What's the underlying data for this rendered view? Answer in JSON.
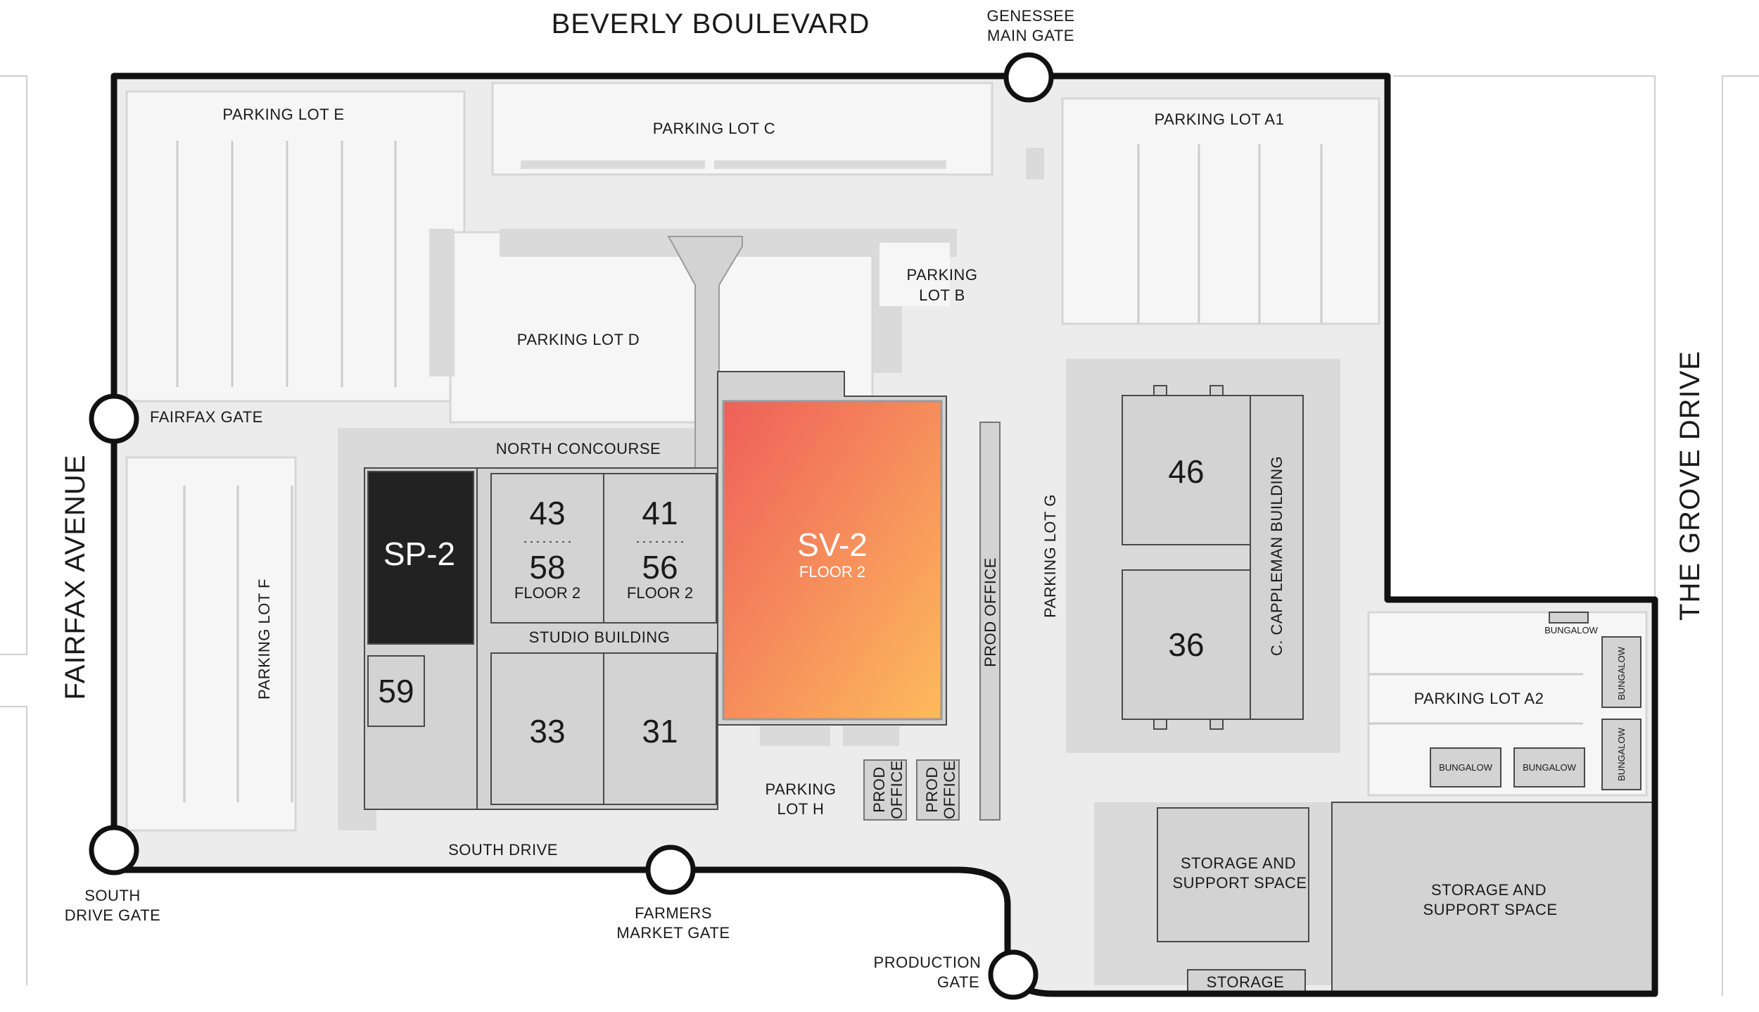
{
  "roads": {
    "north": "BEVERLY BOULEVARD",
    "west": "FAIRFAX AVENUE",
    "east": "THE GROVE DRIVE"
  },
  "gates": {
    "genesee": [
      "GENESSEE",
      "MAIN GATE"
    ],
    "fairfax": "FAIRFAX GATE",
    "south_drive": [
      "SOUTH",
      "DRIVE GATE"
    ],
    "farmers_market": [
      "FARMERS",
      "MARKET GATE"
    ],
    "production": [
      "PRODUCTION",
      "GATE"
    ]
  },
  "lots": {
    "e": "PARKING LOT E",
    "c": "PARKING LOT C",
    "a1": "PARKING LOT A1",
    "b": [
      "PARKING",
      "LOT B"
    ],
    "d": "PARKING LOT D",
    "f": "PARKING LOT F",
    "g": "PARKING LOT G",
    "h": [
      "PARKING",
      "LOT H"
    ],
    "a2": "PARKING LOT A2"
  },
  "areas": {
    "north_concourse": "NORTH CONCOURSE",
    "south_drive": "SOUTH DRIVE",
    "studio_building": "STUDIO BUILDING",
    "cappleman": "C. CAPPLEMAN BUILDING",
    "prod_office_long": "PROD OFFICE",
    "prod_office_small_1": [
      "PROD",
      "OFFICE"
    ],
    "prod_office_small_2": [
      "PROD",
      "OFFICE"
    ],
    "storage_support_1": [
      "STORAGE AND",
      "SUPPORT SPACE"
    ],
    "storage_support_2": [
      "STORAGE AND",
      "SUPPORT SPACE"
    ],
    "storage": "STORAGE",
    "bungalow_top": "BUNGALOW",
    "bungalow_v1": "BUNGALOW",
    "bungalow_v2": "BUNGALOW",
    "bungalow_h1": "BUNGALOW",
    "bungalow_h2": "BUNGALOW"
  },
  "stages": {
    "sp2": "SP-2",
    "sv2": "SV-2",
    "sv2_floor": "FLOOR 2",
    "s43": "43",
    "s58": "58",
    "s58_floor": "FLOOR 2",
    "s41": "41",
    "s56": "56",
    "s56_floor": "FLOOR 2",
    "s59": "59",
    "s33": "33",
    "s31": "31",
    "s46": "46",
    "s36": "36"
  },
  "colors": {
    "highlight_start": "#ef5f5a",
    "highlight_end": "#fdbb5d",
    "dark_stage": "#222222",
    "building": "#d3d3d3",
    "ground": "#ececec",
    "border": "#111111"
  }
}
